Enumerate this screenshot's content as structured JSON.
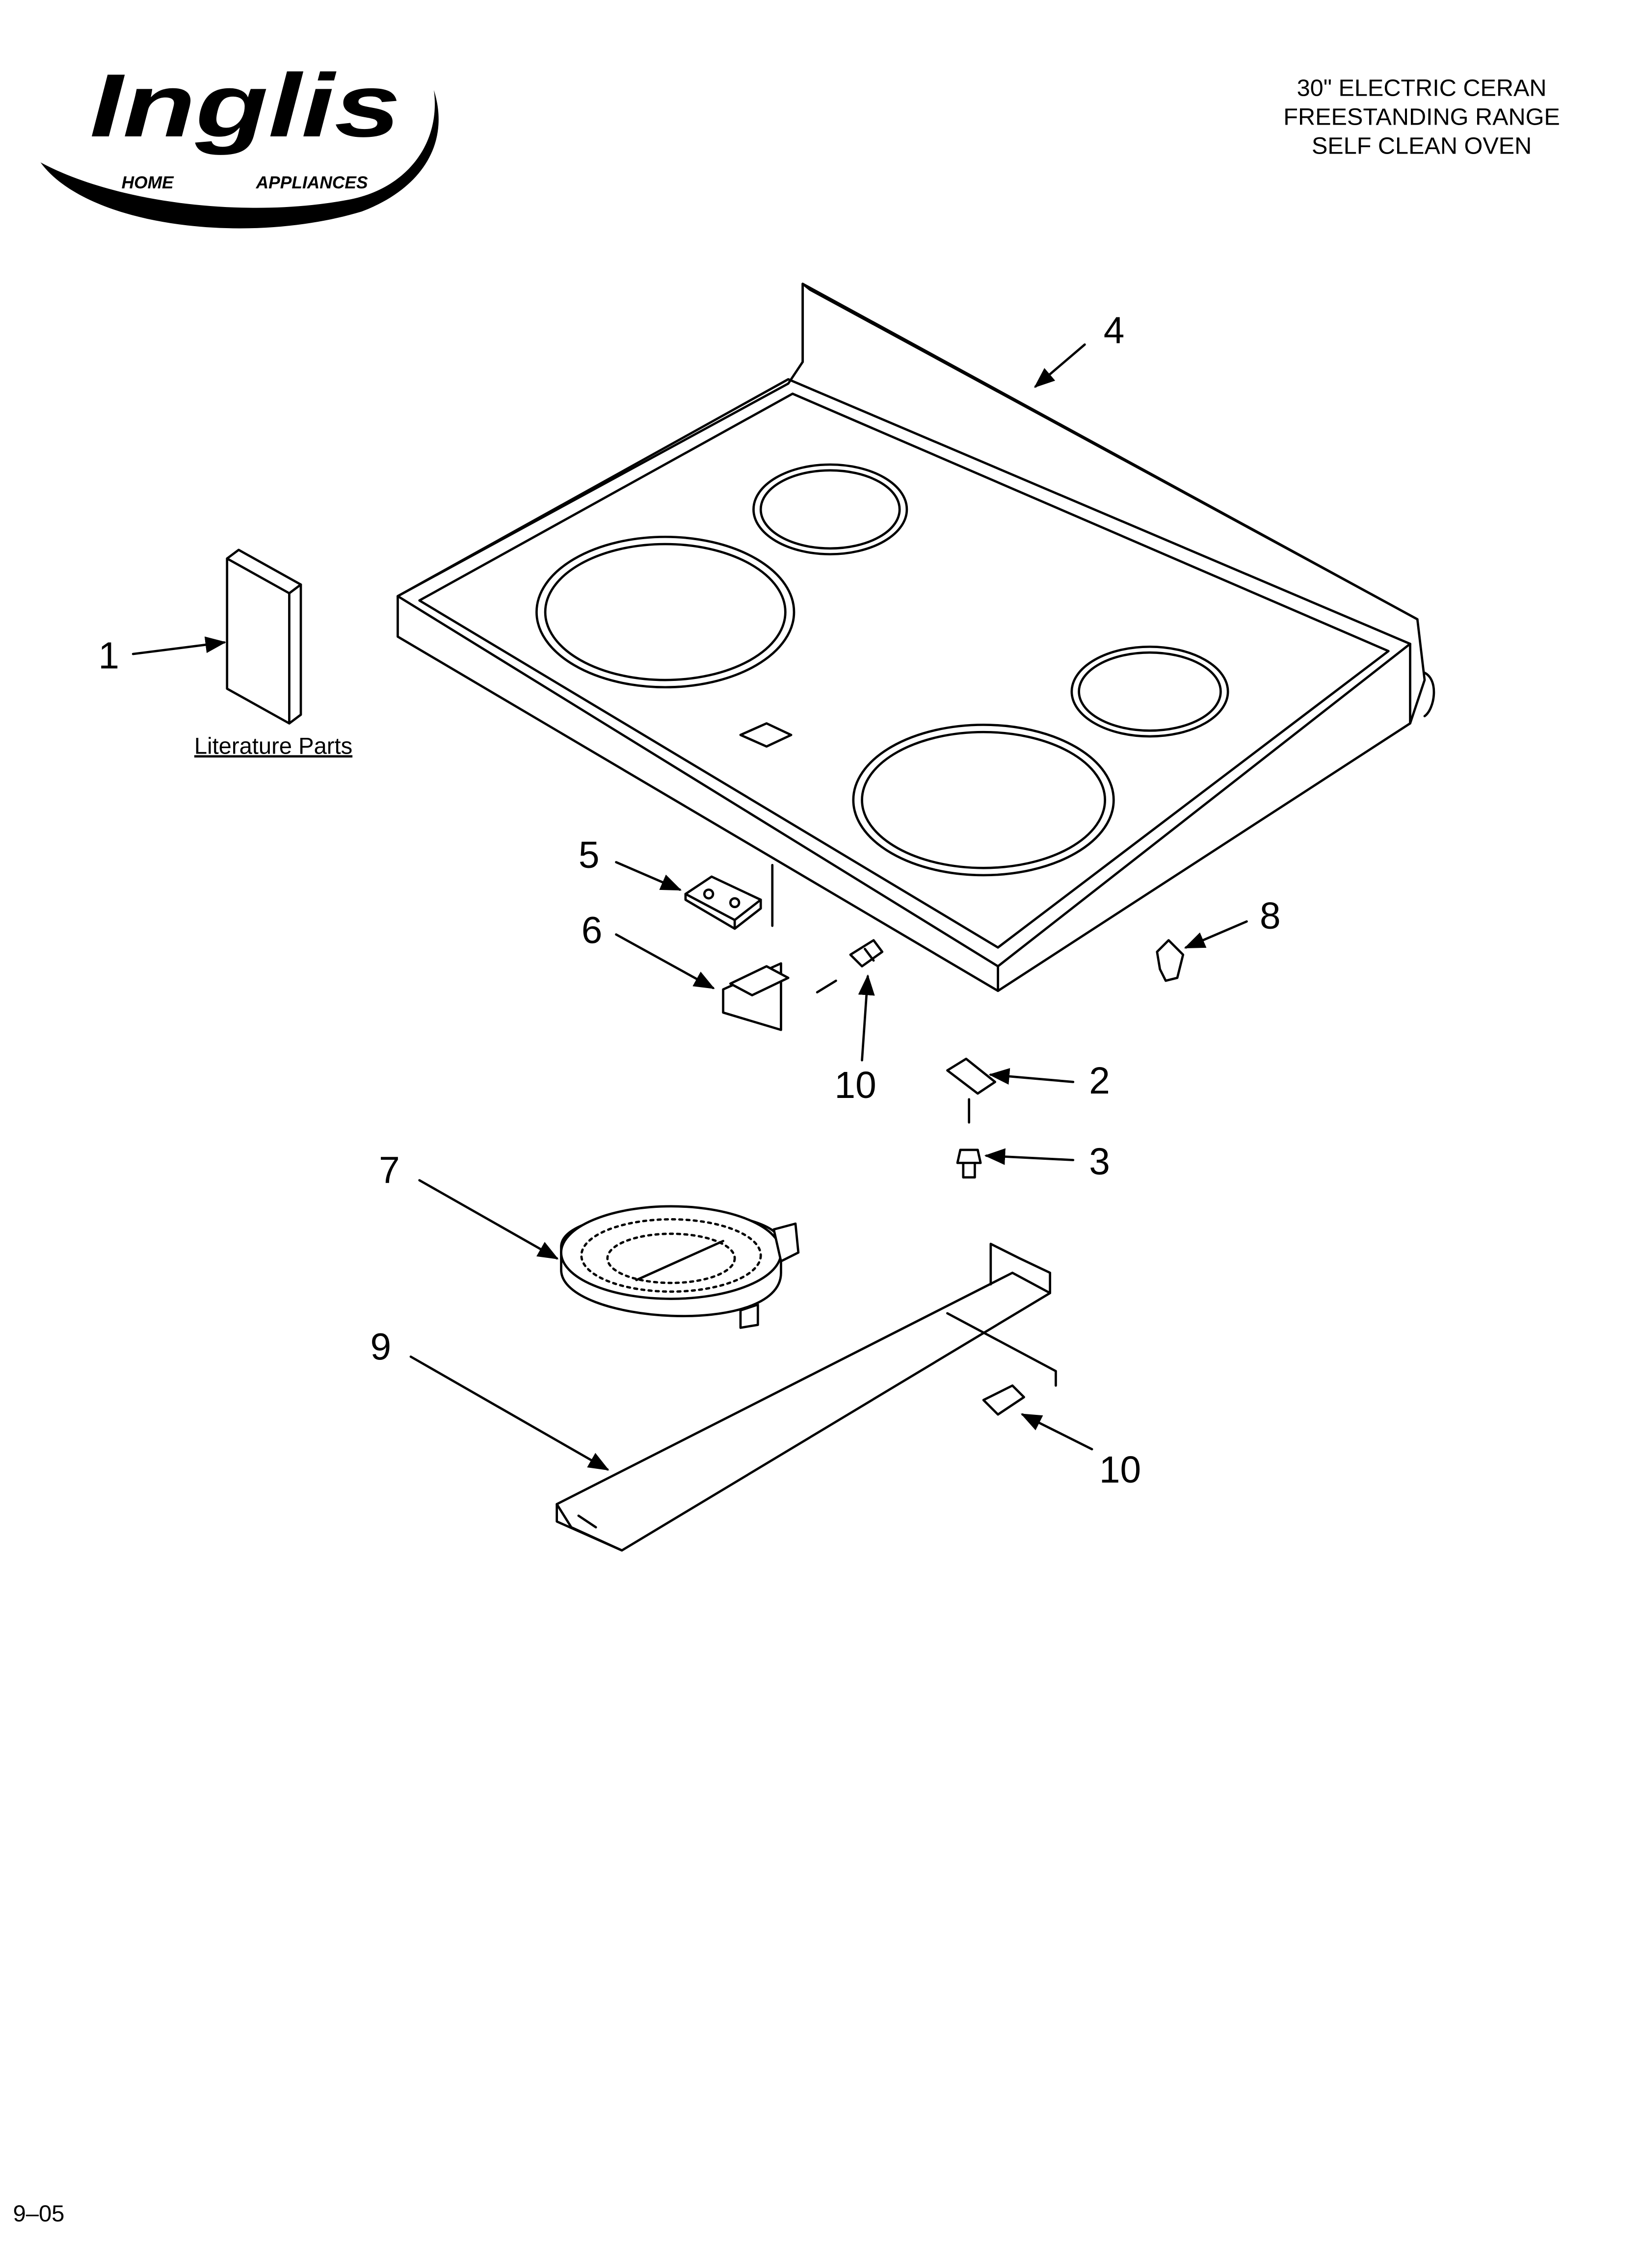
{
  "logo": {
    "brand": "Inglis",
    "sub_left": "HOME",
    "sub_right": "APPLIANCES"
  },
  "header": {
    "title_lines": [
      "30\" ELECTRIC CERAN",
      "FREESTANDING RANGE",
      "SELF CLEAN OVEN"
    ]
  },
  "literature_label": "Literature Parts",
  "callouts": {
    "c1": "1",
    "c2": "2",
    "c3": "3",
    "c4": "4",
    "c5": "5",
    "c6": "6",
    "c7": "7",
    "c8": "8",
    "c9": "9",
    "c10a": "10",
    "c10b": "10"
  },
  "footer": {
    "date_code": "9–05"
  }
}
